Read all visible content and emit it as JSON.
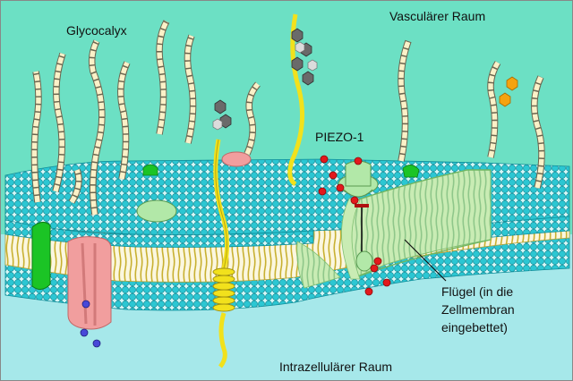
{
  "labels": {
    "glycocalyx": "Glycocalyx",
    "vascular_space": "Vasculärer Raum",
    "piezo": "PIEZO-1",
    "intracellular_space": "Intrazellulärer Raum",
    "wing": [
      "Flügel (in die",
      "Zellmembran",
      "eingebettet)"
    ]
  },
  "colors": {
    "vascular": "#6ce0c4",
    "intracellular": "#a6e8ea",
    "lipid_head": "#2bc7d3",
    "lipid_tail": "#e4d266",
    "sugar": "#fbf1c8",
    "yellow_protein": "#f2e11c",
    "pink_protein": "#f19e9e",
    "green_protein": "#1bc425",
    "piezo": "#b2e8a8",
    "ion_red": "#e3191c",
    "ion_blue": "#4848d8"
  },
  "icons": [
    "lipid-bilayer",
    "glycan-chain",
    "ion-channel",
    "piezo1-channel",
    "ion-dot"
  ]
}
